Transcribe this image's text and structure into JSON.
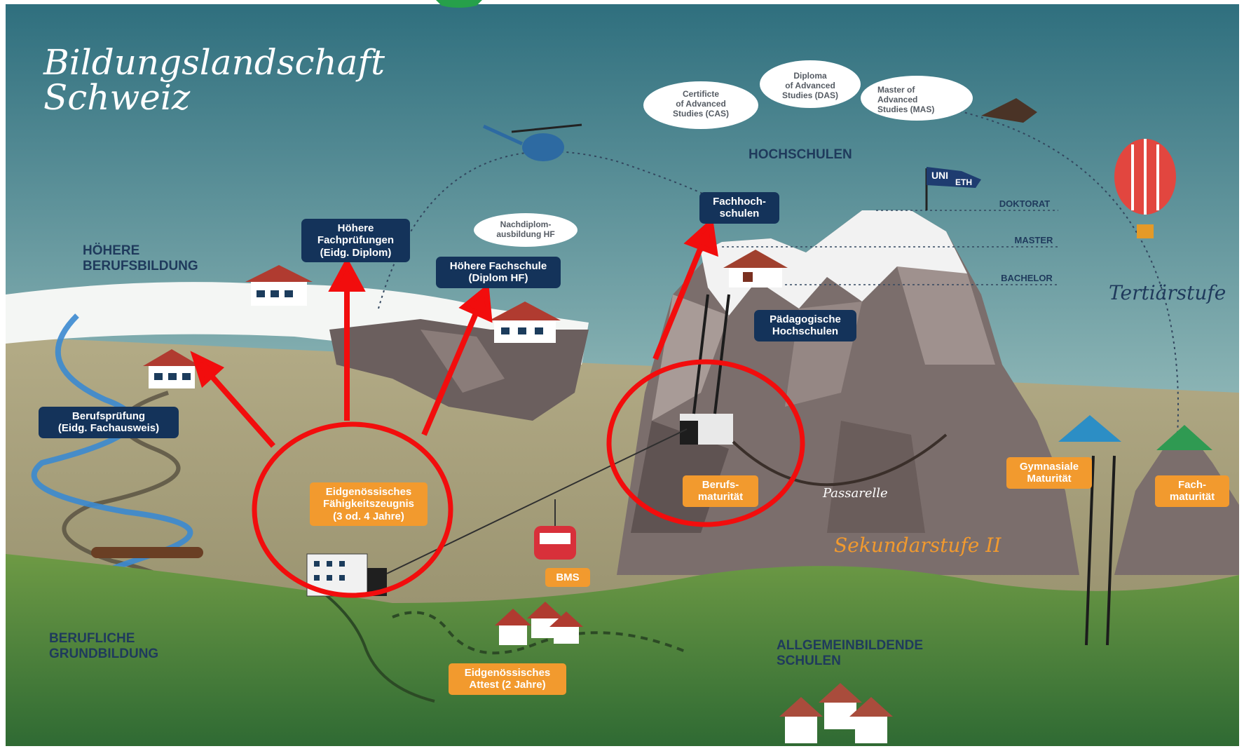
{
  "title": "Bildungslandschaft\nSchweiz",
  "zones": {
    "hoehere_berufsbildung": "HÖHERE\nBERUFSBILDUNG",
    "hochschulen": "HOCHSCHULEN",
    "berufliche_grundbildung": "BERUFLICHE\nGRUNDBILDUNG",
    "allgemeinbildende_schulen": "ALLGEMEINBILDENDE\nSCHULEN"
  },
  "stages": {
    "tertiaer": "Tertiärstufe",
    "sekundar": "Sekundarstufe II",
    "passarelle": "Passarelle"
  },
  "levels": {
    "doktorat": "DOKTORAT",
    "master": "MASTER",
    "bachelor": "BACHELOR"
  },
  "clouds": {
    "cas": "Certificte\nof Advanced\nStudies (CAS)",
    "das": "Diploma\nof Advanced\nStudies (DAS)",
    "mas": "Master of\nAdvanced\nStudies (MAS)",
    "nachdiplom": "Nachdiplom-\nausbildung HF"
  },
  "navy_labels": {
    "hoehere_fachpruefungen": "Höhere\nFachprüfungen\n(Eidg. Diplom)",
    "hoehere_fachschule": "Höhere Fachschule\n(Diplom HF)",
    "berufspruefung": "Berufsprüfung\n(Eidg. Fachausweis)",
    "fachhochschulen": "Fachhoch-\nschulen",
    "paedagogische": "Pädagogische\nHochschulen"
  },
  "orange_labels": {
    "efz": "Eidgenössisches\nFähigkeitszeugnis\n(3 od. 4 Jahre)",
    "berufsmaturitaet": "Berufs-\nmaturität",
    "gymnasiale": "Gymnasiale\nMaturität",
    "fachmaturitaet": "Fach-\nmaturität",
    "bms": "BMS",
    "attest": "Eidgenössisches\nAttest (2 Jahre)"
  },
  "flag": {
    "uni": "UNI",
    "eth": "ETH"
  },
  "colors": {
    "sky_top": "#2f6f7e",
    "sky_bottom": "#e9f1ee",
    "navy": "#14335a",
    "orange": "#f29a2e",
    "annotation_red": "#f20d0d",
    "meadow": "#4f8a3c",
    "rock": "#7b6e6c"
  }
}
